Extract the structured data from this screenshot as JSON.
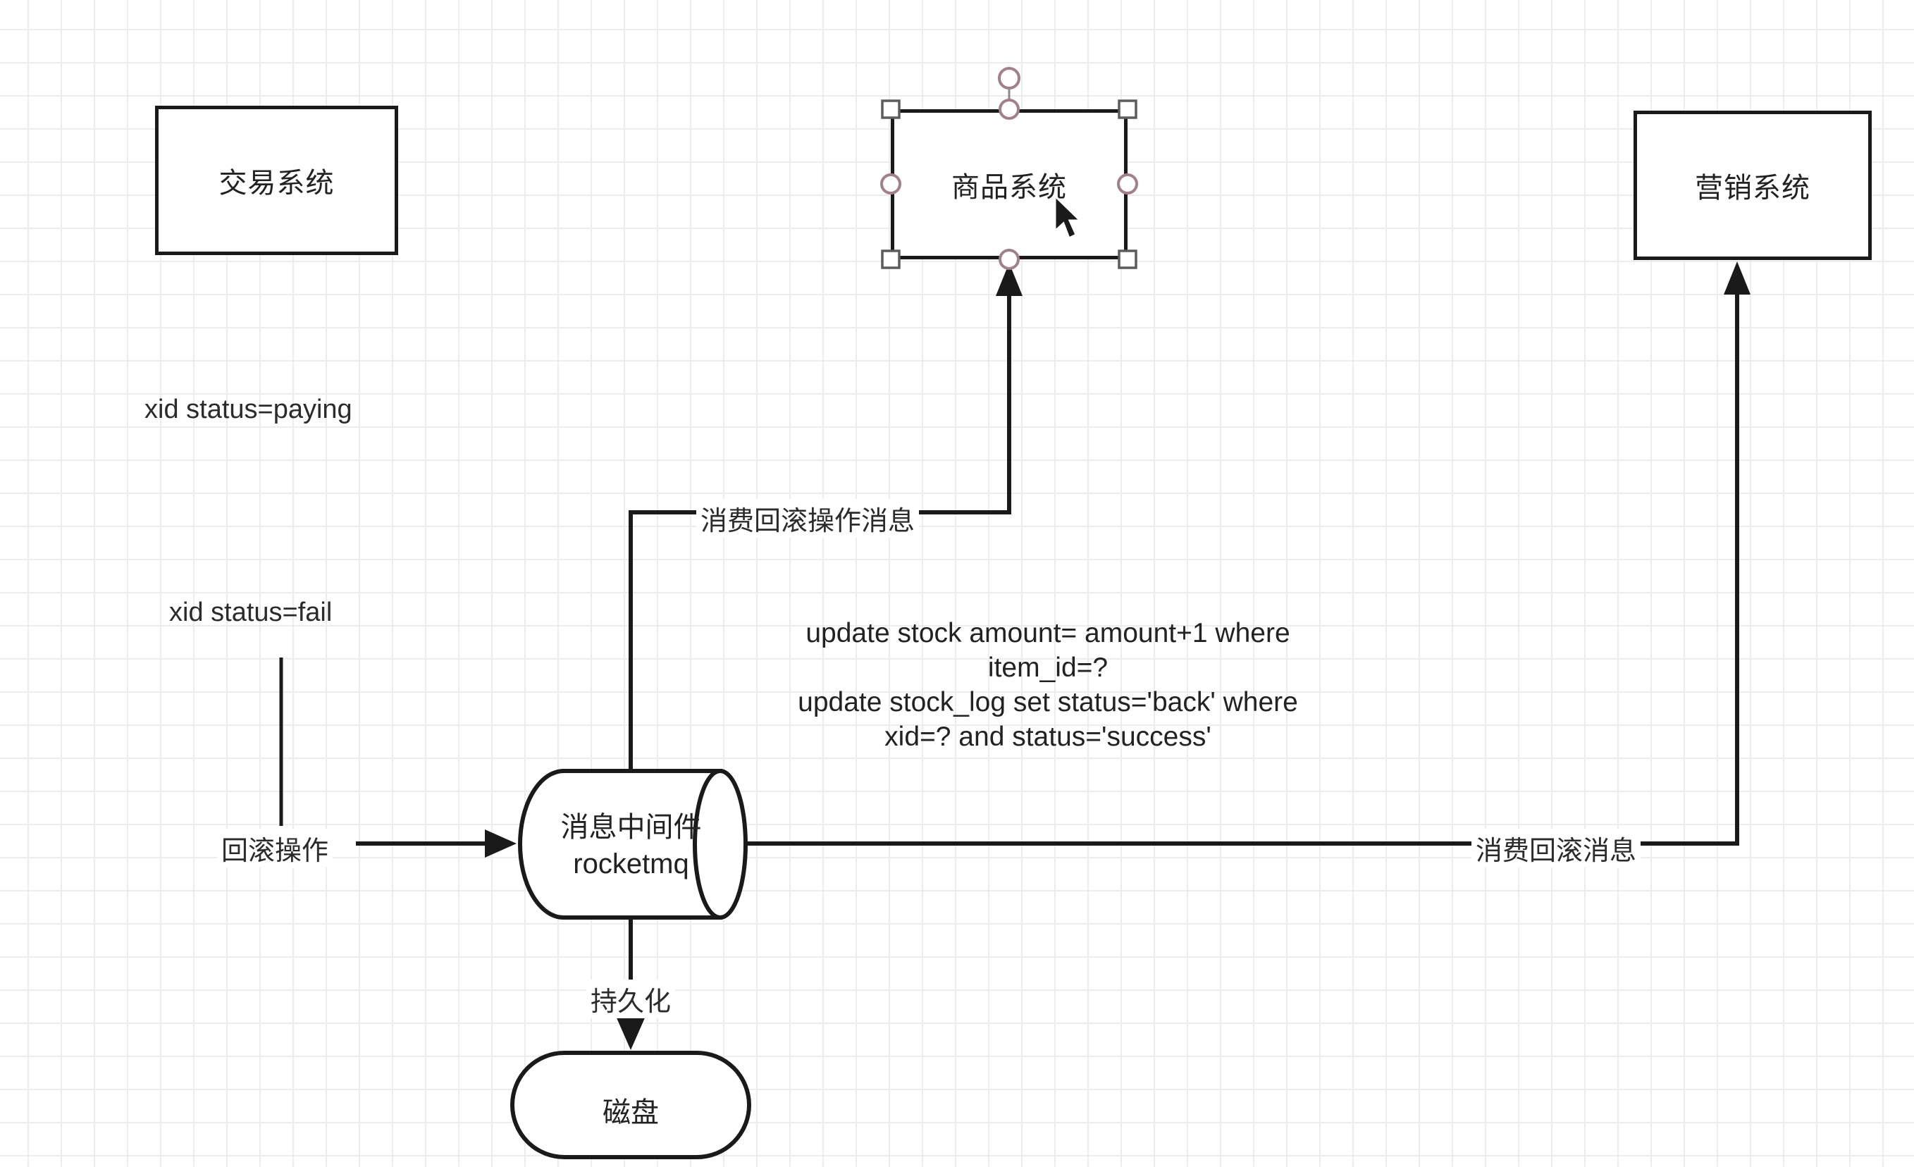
{
  "nodes": {
    "trade": {
      "label": "交易系统"
    },
    "product": {
      "label": "商品系统",
      "selected": true
    },
    "marketing": {
      "label": "营销系统"
    },
    "mq": {
      "label_line1": "消息中间件",
      "label_line2": "rocketmq"
    },
    "disk": {
      "label": "磁盘"
    }
  },
  "annotations": {
    "xid_paying": "xid status=paying",
    "xid_fail": "xid status=fail",
    "rollback_op": "回滚操作",
    "consume_rollback_op_msg": "消费回滚操作消息",
    "consume_rollback_msg": "消费回滚消息",
    "persist": "持久化",
    "sql": {
      "line1": "update stock amount= amount+1 where",
      "line2": "item_id=?",
      "line3": "update stock_log set status='back' where",
      "line4": "xid=? and status='success'"
    }
  },
  "colors": {
    "stroke": "#1a1a1a",
    "grid": "#ededed",
    "selection_handle_rose": "#a1808a",
    "selection_handle_gray": "#5c5c5c",
    "background": "#ffffff"
  }
}
